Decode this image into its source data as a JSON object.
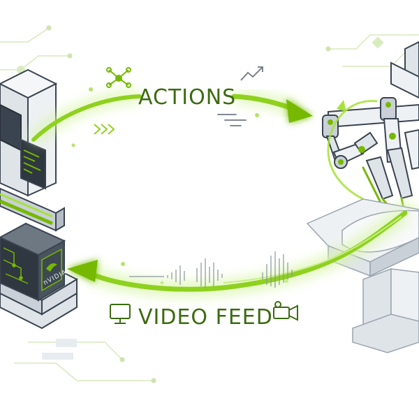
{
  "labels": {
    "actions": "ACTIONS",
    "video_feed": "VIDEO FEED",
    "brand": "nVIDIA"
  },
  "colors": {
    "accent": "#76b900",
    "accent_light": "#a6e23a",
    "glow": "#d8f5a8",
    "text": "#3d6b12",
    "metal_light": "#eef1f4",
    "metal_mid": "#c9d0d8",
    "metal_dark": "#6e7883",
    "outline": "#3a4450",
    "dark_panel": "#2f3740"
  },
  "icons": {
    "actions": "network-icon",
    "actions_trend": "trend-arrow-icon",
    "actions_chevrons": "chevrons-icon",
    "actions_speed": "speed-lines-icon",
    "video_left": "monitor-icon",
    "video_right": "video-camera-icon"
  }
}
